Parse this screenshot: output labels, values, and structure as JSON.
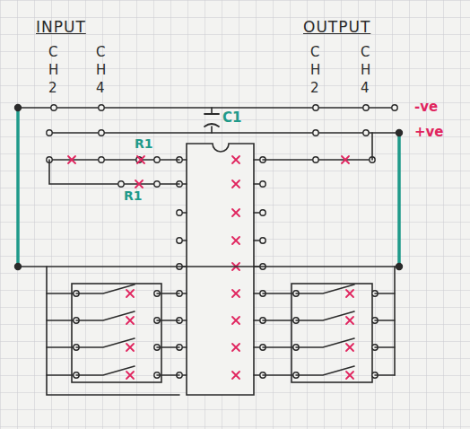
{
  "diagram": {
    "labels": [
      "INPUT",
      "CH2",
      "CH4",
      "OUTPUT",
      "CH2",
      "CH4",
      "-ve",
      "+ve",
      "C1",
      "R1",
      "R1"
    ]
  }
}
